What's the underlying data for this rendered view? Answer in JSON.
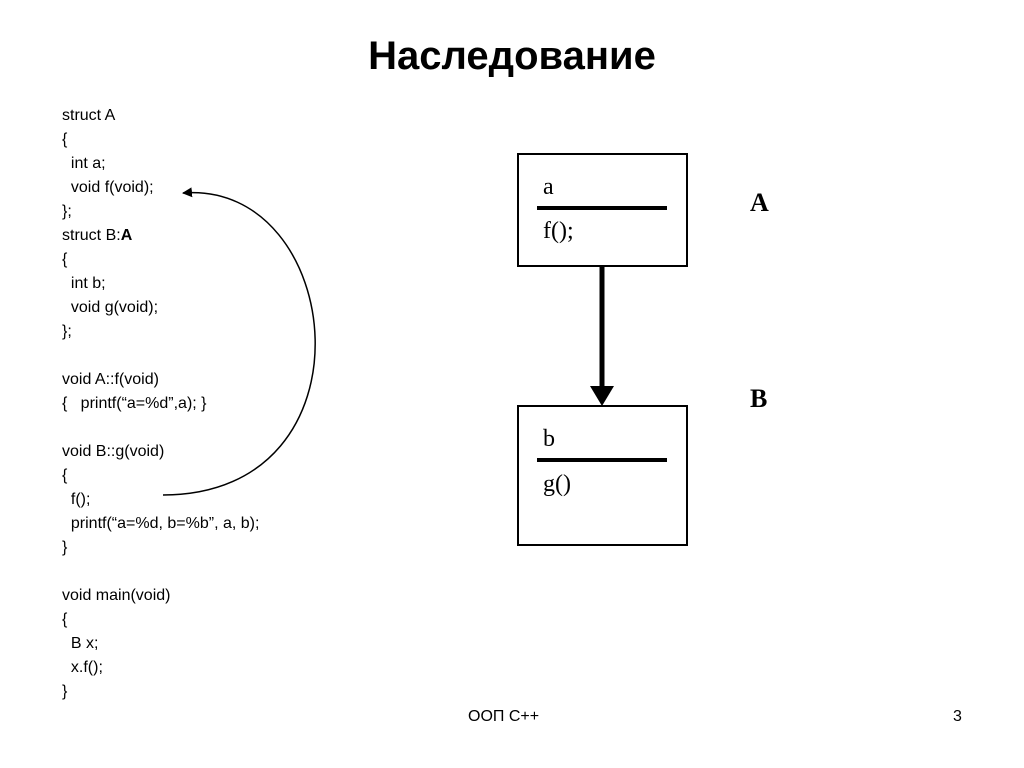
{
  "title": "Наследование",
  "code": [
    {
      "text": "struct A"
    },
    {
      "text": "{"
    },
    {
      "text": "  int a;"
    },
    {
      "text": "  void f(void);"
    },
    {
      "text": "};"
    },
    {
      "text": "struct B:",
      "bold_suffix": "A"
    },
    {
      "text": "{"
    },
    {
      "text": "  int b;"
    },
    {
      "text": "  void g(void);"
    },
    {
      "text": "};"
    },
    {
      "text": ""
    },
    {
      "text": "void A::f(void)"
    },
    {
      "text": "{   printf(“a=%d”,a); }"
    },
    {
      "text": ""
    },
    {
      "text": "void B::g(void)"
    },
    {
      "text": "{"
    },
    {
      "text": "  f();"
    },
    {
      "text": "  printf(“a=%d, b=%b”, a, b);"
    },
    {
      "text": "}"
    },
    {
      "text": ""
    },
    {
      "text": "void main(void)"
    },
    {
      "text": "{"
    },
    {
      "text": "  B x;"
    },
    {
      "text": "  x.f();"
    },
    {
      "text": "}"
    }
  ],
  "diagram": {
    "class_a": {
      "label": "A",
      "field": "a",
      "method": "f();"
    },
    "class_b": {
      "label": "B",
      "field": "b",
      "method": "g()"
    }
  },
  "footer": {
    "course": "ООП С++",
    "page": "3"
  }
}
